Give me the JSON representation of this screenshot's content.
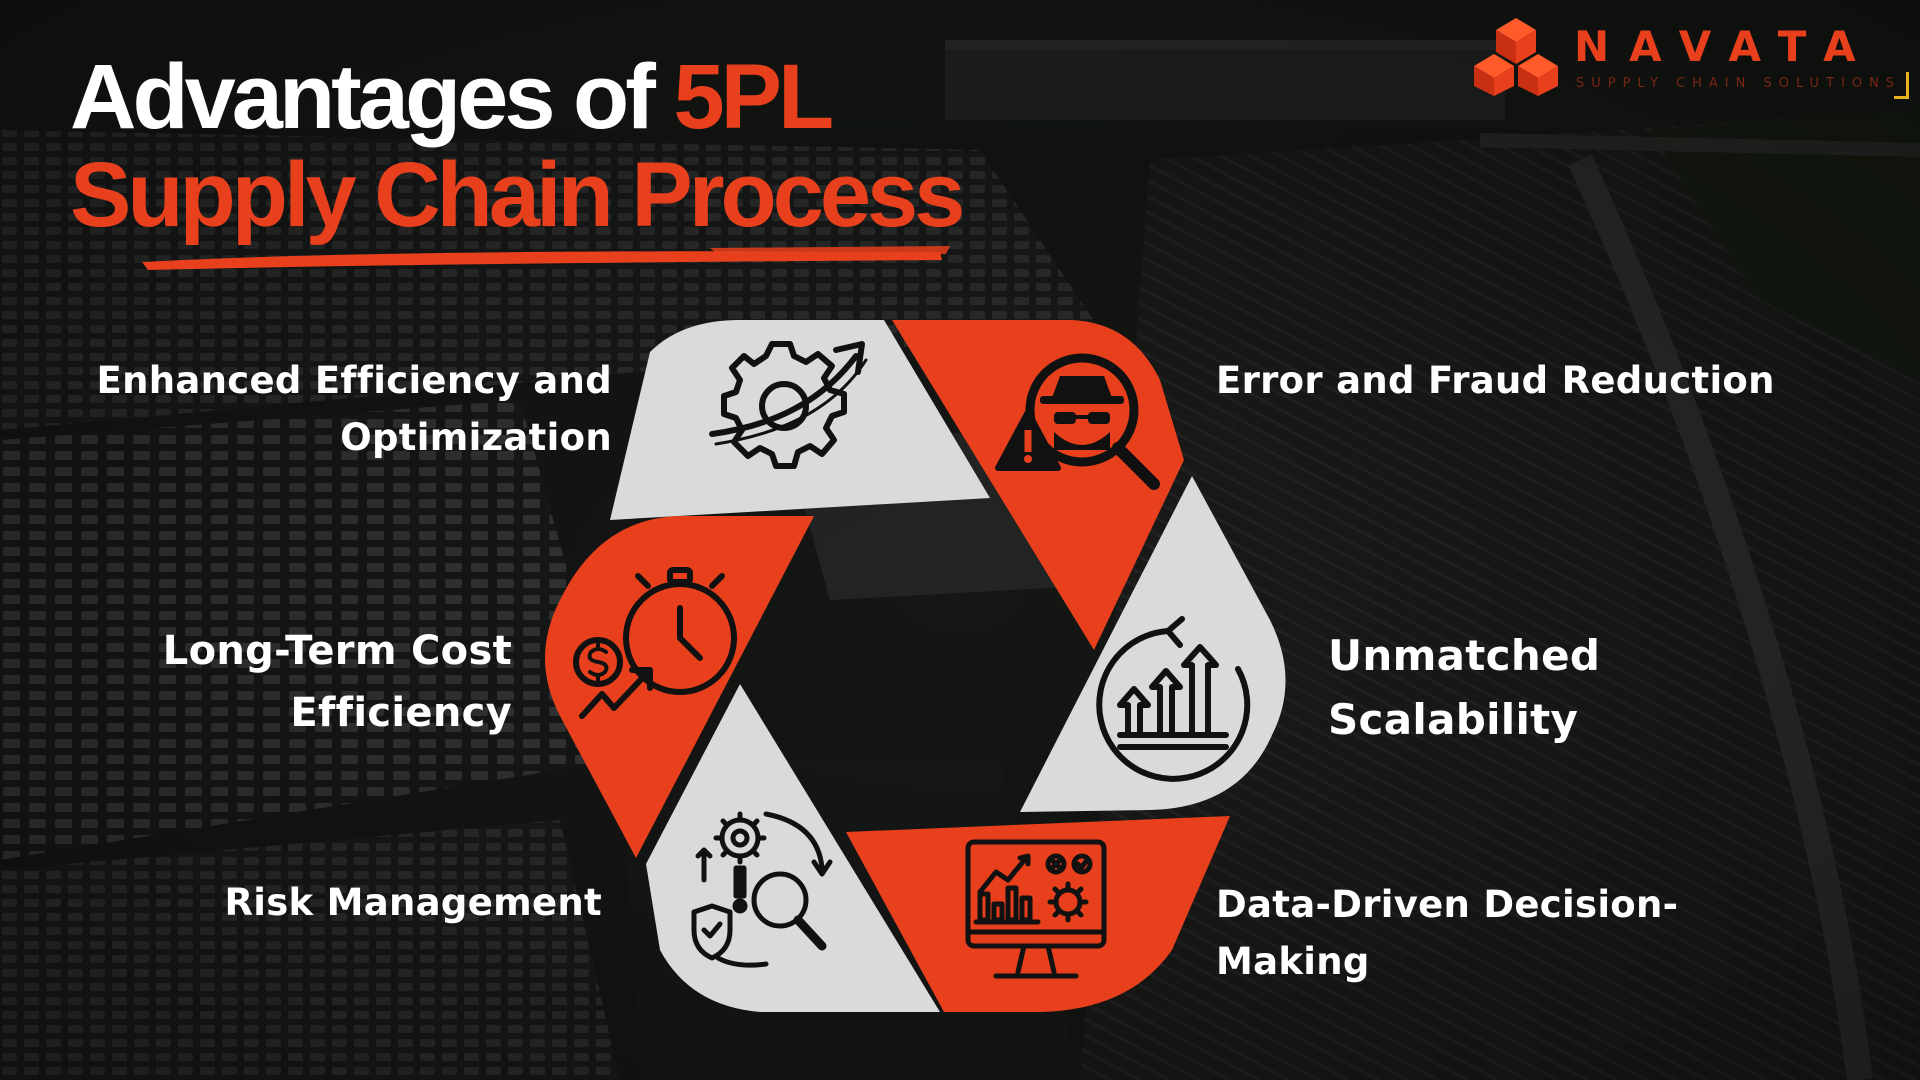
{
  "title": {
    "line1_prefix": "Advantages of ",
    "line1_accent": "5PL",
    "line2": "Supply Chain Process"
  },
  "logo": {
    "name": "NAVATA",
    "tagline": "SUPPLY CHAIN SOLUTIONS"
  },
  "colors": {
    "accent": "#e8401c",
    "segment_light": "#d9dadb",
    "text": "#ffffff",
    "icon": "#111111"
  },
  "advantages": [
    {
      "label_lines": [
        "Enhanced Efficiency and",
        "Optimization"
      ],
      "icon": "gear-growth-arrow-icon"
    },
    {
      "label_lines": [
        "Error and Fraud Reduction"
      ],
      "icon": "fraud-detection-magnifier-icon"
    },
    {
      "label_lines": [
        "Unmatched",
        "Scalability"
      ],
      "icon": "scalability-growth-arrows-icon"
    },
    {
      "label_lines": [
        "Data-Driven Decision-",
        "Making"
      ],
      "icon": "analytics-monitor-icon"
    },
    {
      "label_lines": [
        "Risk Management"
      ],
      "icon": "risk-management-cycle-icon"
    },
    {
      "label_lines": [
        "Long-Term Cost",
        "Efficiency"
      ],
      "icon": "stopwatch-dollar-growth-icon"
    }
  ]
}
